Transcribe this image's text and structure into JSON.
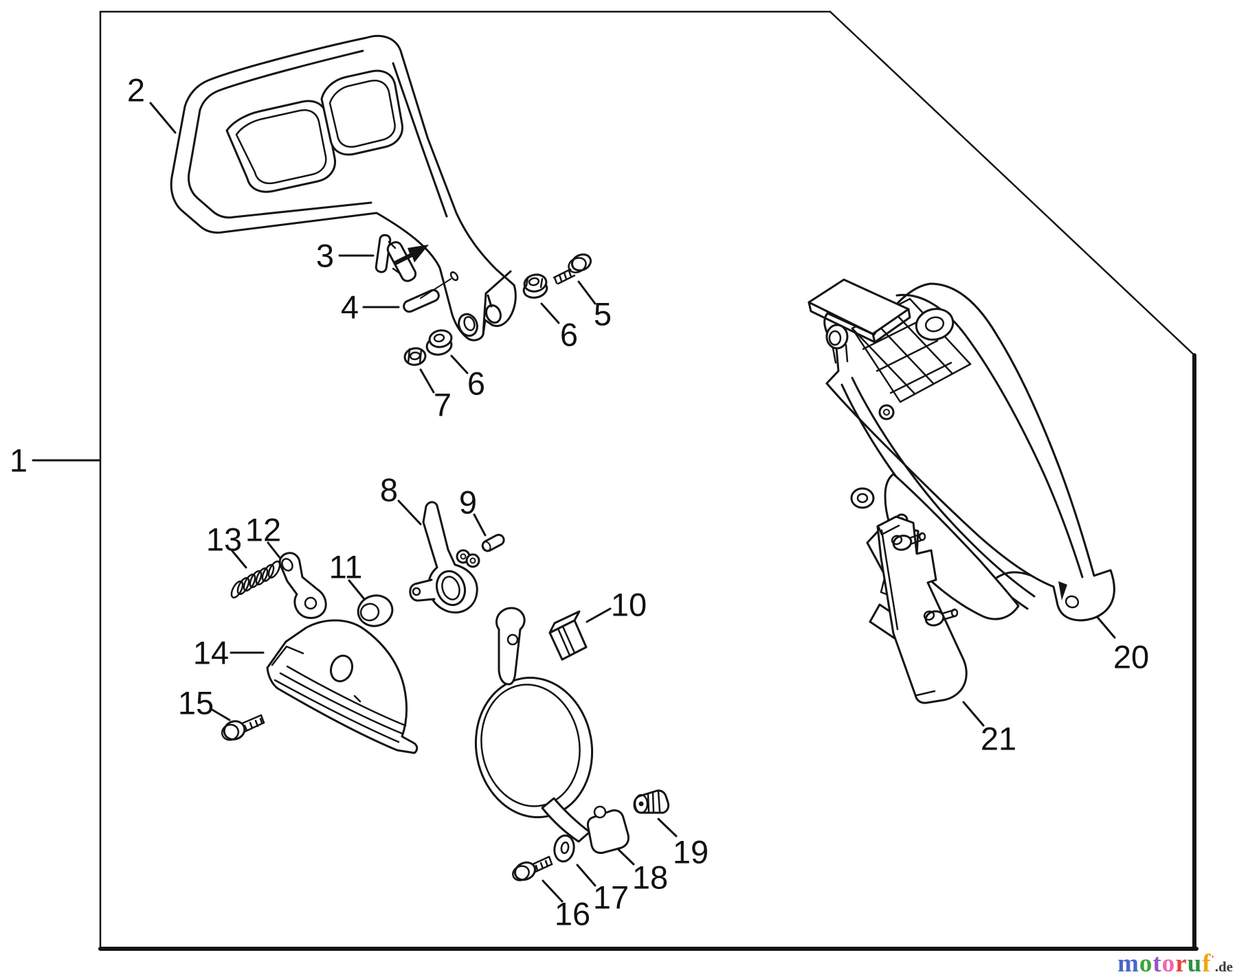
{
  "page": {
    "background": "#ffffff",
    "ink": "#141414"
  },
  "labels": [
    {
      "id": "1",
      "text": "1"
    },
    {
      "id": "2",
      "text": "2"
    },
    {
      "id": "3",
      "text": "3"
    },
    {
      "id": "4",
      "text": "4"
    },
    {
      "id": "5",
      "text": "5"
    },
    {
      "id": "6a",
      "text": "6"
    },
    {
      "id": "6b",
      "text": "6"
    },
    {
      "id": "7",
      "text": "7"
    },
    {
      "id": "8",
      "text": "8"
    },
    {
      "id": "9",
      "text": "9"
    },
    {
      "id": "10",
      "text": "10"
    },
    {
      "id": "11",
      "text": "11"
    },
    {
      "id": "12",
      "text": "12"
    },
    {
      "id": "13",
      "text": "13"
    },
    {
      "id": "14",
      "text": "14"
    },
    {
      "id": "15",
      "text": "15"
    },
    {
      "id": "16",
      "text": "16"
    },
    {
      "id": "17",
      "text": "17"
    },
    {
      "id": "18",
      "text": "18"
    },
    {
      "id": "19",
      "text": "19"
    },
    {
      "id": "20",
      "text": "20"
    },
    {
      "id": "21",
      "text": "21"
    }
  ],
  "watermark": {
    "letters": [
      {
        "char": "m",
        "style": "color:#4a66c8"
      },
      {
        "char": "o",
        "style": "color:#3aa53a"
      },
      {
        "char": "t",
        "style": "color:#9355c8"
      },
      {
        "char": "o",
        "style": "color:#f065ae"
      },
      {
        "char": "r",
        "style": "color:#e8413c"
      },
      {
        "char": "u",
        "style": "color:#2f9044"
      },
      {
        "char": "f",
        "style": "color:#f0a512"
      }
    ],
    "tick": "'",
    "tick_style": "color:#e8413c",
    "suffix": ".de",
    "suffix_style": "color:#3a3a3a"
  }
}
